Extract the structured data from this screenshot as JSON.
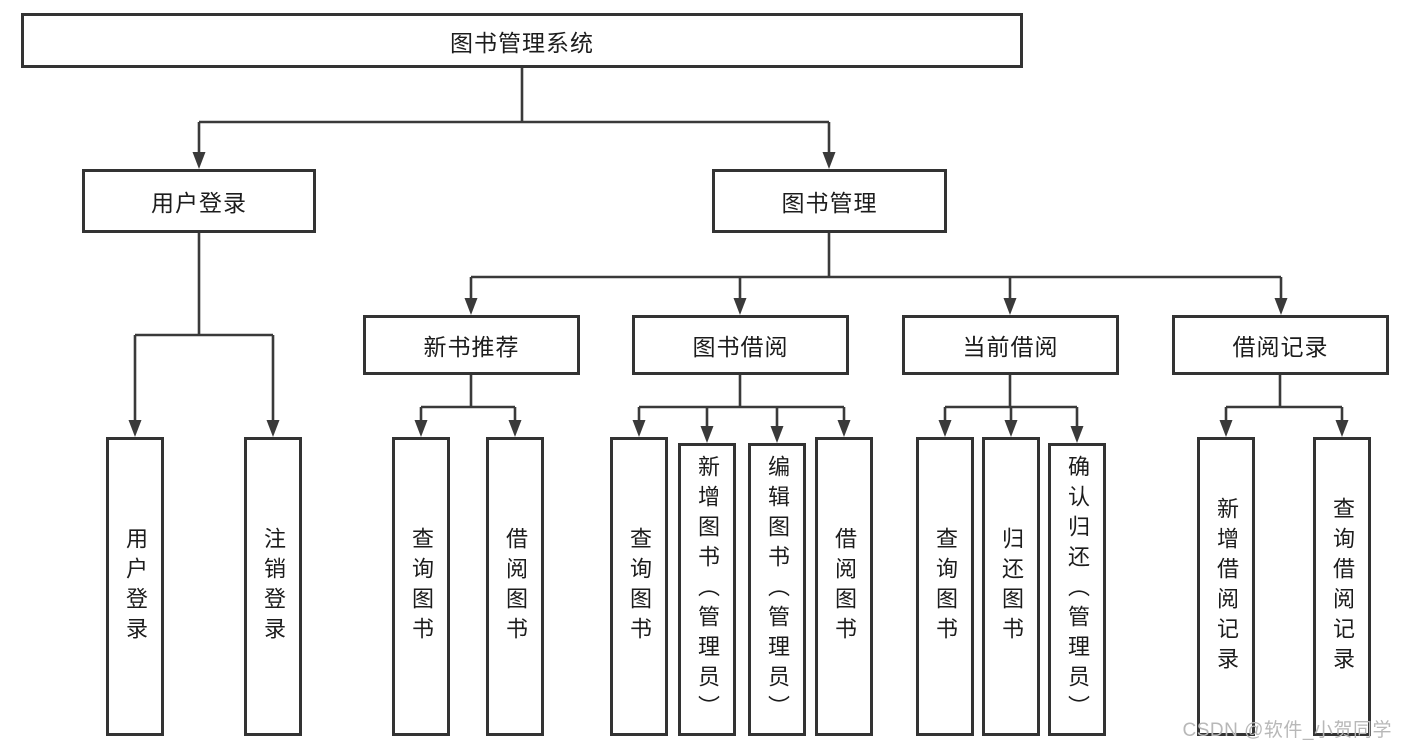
{
  "diagram": {
    "root": {
      "label": "图书管理系统"
    },
    "level2": [
      {
        "id": "user-login",
        "label": "用户登录"
      },
      {
        "id": "book-management",
        "label": "图书管理"
      }
    ],
    "level3": [
      {
        "id": "new-book-recommend",
        "label": "新书推荐"
      },
      {
        "id": "book-borrow",
        "label": "图书借阅"
      },
      {
        "id": "current-borrow",
        "label": "当前借阅"
      },
      {
        "id": "borrow-records",
        "label": "借阅记录"
      }
    ],
    "leaves": {
      "user_login": [
        {
          "label": "用户登录"
        },
        {
          "label": "注销登录"
        }
      ],
      "new_book_recommend": [
        {
          "label": "查询图书"
        },
        {
          "label": "借阅图书"
        }
      ],
      "book_borrow": [
        {
          "label": "查询图书"
        },
        {
          "label": "新增图书（管理员）"
        },
        {
          "label": "编辑图书（管理员）"
        },
        {
          "label": "借阅图书"
        }
      ],
      "current_borrow": [
        {
          "label": "查询图书"
        },
        {
          "label": "归还图书"
        },
        {
          "label": "确认归还（管理员）"
        }
      ],
      "borrow_records": [
        {
          "label": "新增借阅记录"
        },
        {
          "label": "查询借阅记录"
        }
      ]
    }
  },
  "watermark": {
    "text": "CSDN @软件_小贺同学",
    "color": "#b8b8b8"
  },
  "colors": {
    "line": "#3a3a3a",
    "box_border": "#333333",
    "text": "#1c1c1c",
    "background": "#ffffff"
  }
}
